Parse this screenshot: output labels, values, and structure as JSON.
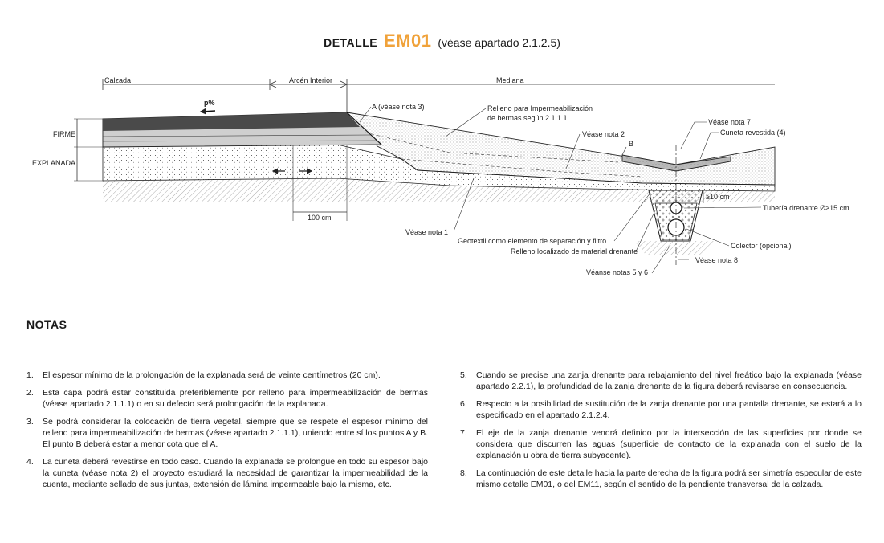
{
  "header": {
    "prefix": "DETALLE",
    "code": "EM01",
    "reference": "(véase apartado 2.1.2.5)",
    "accent_color": "#f0a23a"
  },
  "diagram": {
    "zones": [
      "Calzada",
      "Arcén Interior",
      "Mediana"
    ],
    "layers": [
      "FIRME",
      "EXPLANADA"
    ],
    "slope_label": "p%",
    "dim_100": "100 cm",
    "dim_10": "≥10 cm",
    "point_b": "B",
    "callouts": {
      "nota_a": "A (véase nota 3)",
      "relleno_line1": "Relleno para Impermeabilización",
      "relleno_line2": "de bermas según 2.1.1.1",
      "nota2": "Véase nota 2",
      "nota7": "Véase nota 7",
      "cuneta": "Cuneta revestida (4)",
      "tuberia": "Tubería drenante Ø≥15 cm",
      "nota1": "Véase nota 1",
      "geotextil": "Geotextil como elemento de separación y filtro",
      "relleno_local": "Relleno localizado de material drenante",
      "colector": "Colector (opcional)",
      "nota8": "Véase nota 8",
      "notas56": "Véanse notas 5 y 6"
    }
  },
  "notes": {
    "heading": "NOTAS",
    "items": [
      {
        "num": "1.",
        "text": "El espesor mínimo de la prolongación de la explanada será de veinte centímetros (20 cm)."
      },
      {
        "num": "2.",
        "text": "Esta capa podrá estar constituida preferiblemente por relleno para impermeabilización de bermas (véase apartado 2.1.1.1) o en su defecto será prolongación de la explanada."
      },
      {
        "num": "3.",
        "text": "Se podrá considerar la colocación de tierra vegetal, siempre que se respete el espesor mínimo del relleno para impermeabilización de bermas (véase apartado 2.1.1.1), uniendo entre sí los puntos A y B. El punto B deberá estar a menor cota que el A."
      },
      {
        "num": "4.",
        "text": "La cuneta deberá revestirse en todo caso. Cuando la explanada se prolongue en todo su espesor bajo la cuneta (véase nota 2) el proyecto estudiará la necesidad de garantizar la impermeabilidad de la cuenta, mediante sellado de sus juntas, extensión de lámina impermeable bajo la misma, etc."
      },
      {
        "num": "5.",
        "text": "Cuando se precise una zanja drenante para rebajamiento del nivel freático bajo la explanada (véase apartado 2.2.1), la profundidad de la zanja drenante de la figura deberá revisarse en consecuencia."
      },
      {
        "num": "6.",
        "text": "Respecto a la posibilidad de sustitución de la zanja drenante por una pantalla drenante, se estará a lo especificado en el apartado 2.1.2.4."
      },
      {
        "num": "7.",
        "text": "El eje de la zanja drenante vendrá definido por la intersección de las superficies por donde se considera que discurren las aguas (superficie de contacto de la explanada con el suelo de la explanación u obra de tierra subyacente)."
      },
      {
        "num": "8.",
        "text": "La continuación de este detalle hacia la parte derecha de la figura podrá ser simetría especular de este mismo detalle EM01, o del EM11, según el sentido de la pendiente transversal de la calzada."
      }
    ]
  }
}
